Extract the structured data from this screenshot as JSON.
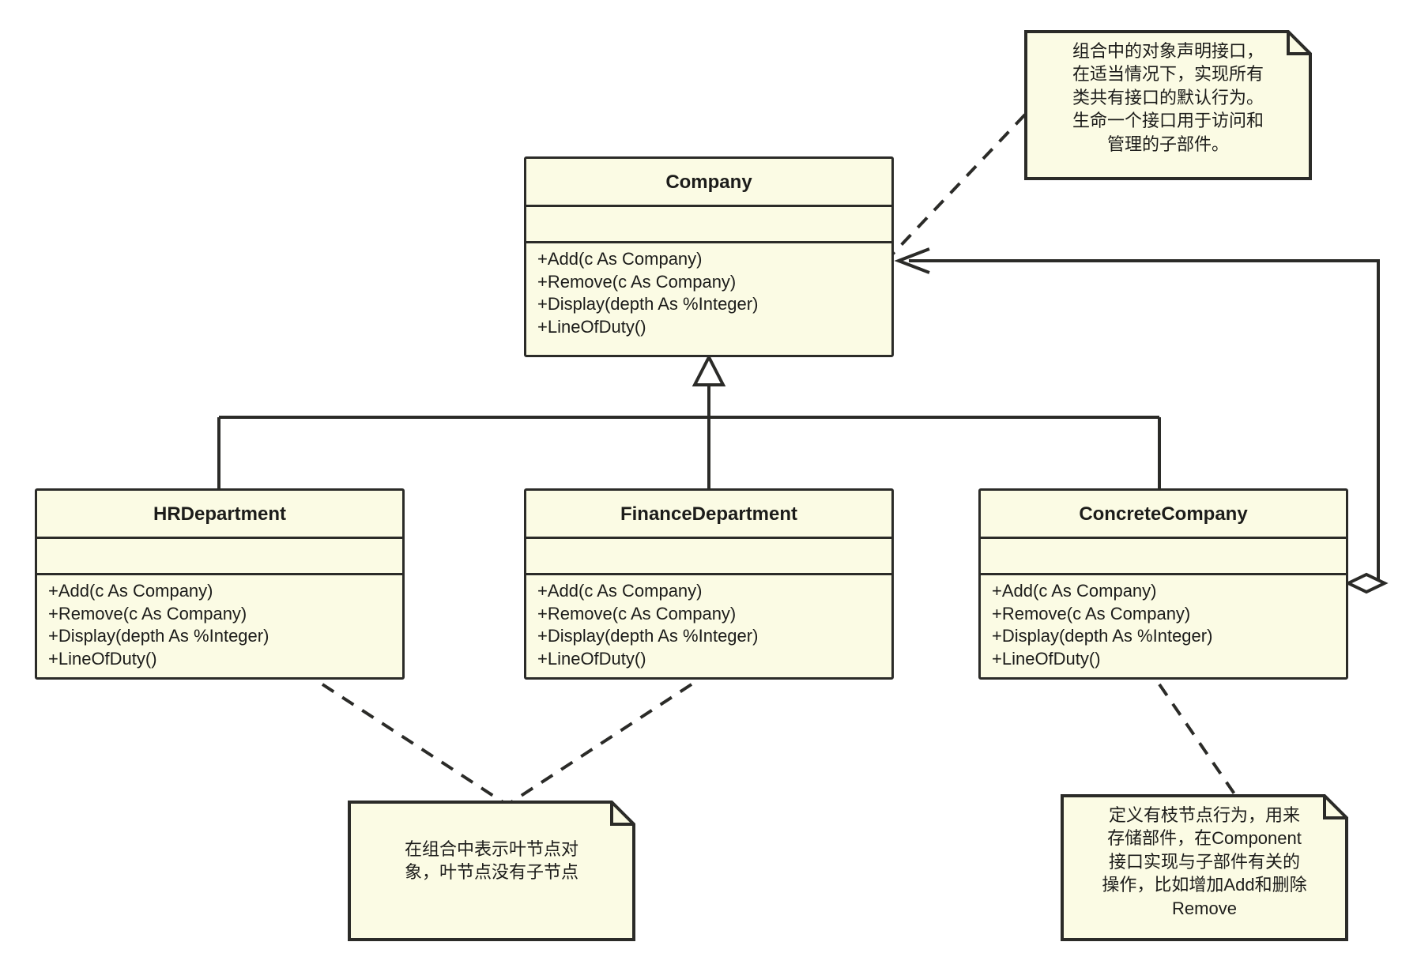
{
  "diagram": {
    "title": "Composite Pattern UML Class Diagram",
    "colors": {
      "box_fill": "#fbfbe4",
      "stroke": "#2b2b28",
      "background": "#ffffff",
      "text": "#1c1c1a"
    }
  },
  "classes": [
    {
      "id": "company",
      "name": "Company",
      "attributes": [],
      "operations": [
        "+Add(c As Company)",
        "+Remove(c As Company)",
        "+Display(depth As %Integer)",
        "+LineOfDuty()"
      ]
    },
    {
      "id": "hr",
      "name": "HRDepartment",
      "attributes": [],
      "operations": [
        "+Add(c As Company)",
        "+Remove(c As Company)",
        "+Display(depth As %Integer)",
        "+LineOfDuty()"
      ]
    },
    {
      "id": "finance",
      "name": "FinanceDepartment",
      "attributes": [],
      "operations": [
        "+Add(c As Company)",
        "+Remove(c As Company)",
        "+Display(depth As %Integer)",
        "+LineOfDuty()"
      ]
    },
    {
      "id": "concrete",
      "name": "ConcreteCompany",
      "attributes": [],
      "operations": [
        "+Add(c As Company)",
        "+Remove(c As Company)",
        "+Display(depth As %Integer)",
        "+LineOfDuty()"
      ]
    }
  ],
  "notes": [
    {
      "id": "note-component",
      "text": "组合中的对象声明接口，\n在适当情况下，实现所有\n类共有接口的默认行为。\n生命一个接口用于访问和\n管理的子部件。",
      "attached_to": "Company"
    },
    {
      "id": "note-leaf",
      "text": "在组合中表示叶节点对\n象，叶节点没有子节点",
      "attached_to": "HRDepartment, FinanceDepartment"
    },
    {
      "id": "note-composite",
      "text": "定义有枝节点行为，用来\n存储部件，在Component\n接口实现与子部件有关的\n操作，比如增加Add和删除\nRemove",
      "attached_to": "ConcreteCompany"
    }
  ],
  "relationships": [
    {
      "id": "gen-hr",
      "type": "generalization",
      "from": "HRDepartment",
      "to": "Company"
    },
    {
      "id": "gen-finance",
      "type": "generalization",
      "from": "FinanceDepartment",
      "to": "Company"
    },
    {
      "id": "gen-concrete",
      "type": "generalization",
      "from": "ConcreteCompany",
      "to": "Company"
    },
    {
      "id": "agg-concrete-company",
      "type": "aggregation",
      "from": "ConcreteCompany",
      "to": "Company"
    }
  ]
}
